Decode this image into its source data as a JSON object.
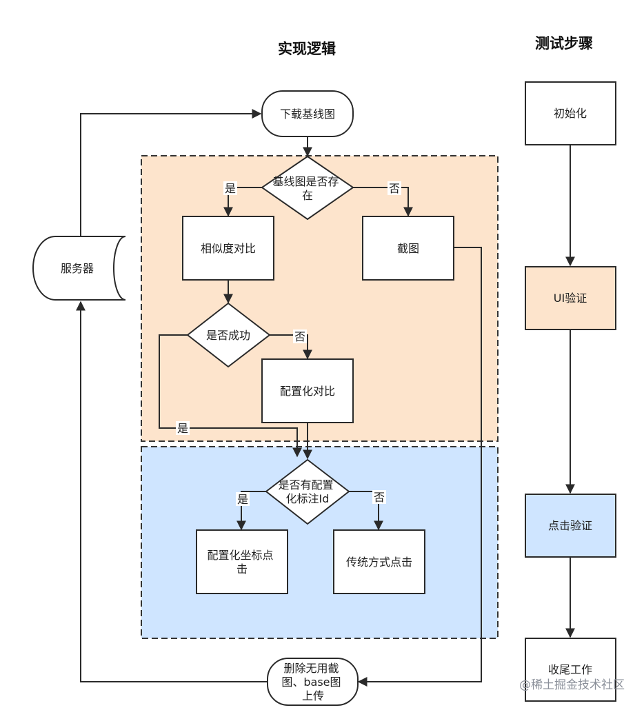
{
  "headers": {
    "logic": "实现逻辑",
    "steps": "测试步骤"
  },
  "colors": {
    "zone_compare": "#fde4cc",
    "zone_click": "#cfe5ff",
    "step_ui": "#fde4cc",
    "step_click": "#cfe5ff"
  },
  "nodes": {
    "download": [
      "下载基线图"
    ],
    "baseline_exists": [
      "基线图是否存",
      "在"
    ],
    "similarity": [
      "相似度对比"
    ],
    "screenshot": [
      "截图"
    ],
    "success": [
      "是否成功"
    ],
    "config_compare": [
      "配置化对比"
    ],
    "has_config_id": [
      "是否有配置",
      "化标注Id"
    ],
    "config_click": [
      "配置化坐标点",
      "击"
    ],
    "traditional_click": [
      "传统方式点击"
    ],
    "server": [
      "服务器"
    ],
    "cleanup": [
      "删除无用截",
      "图、base图",
      "上传"
    ]
  },
  "edge_labels": {
    "exists_yes": "是",
    "exists_no": "否",
    "success_no": "否",
    "success_yes": "是",
    "config_yes": "是",
    "config_no": "否"
  },
  "steps": {
    "init": "初始化",
    "ui_verify": "UI验证",
    "click_verify": "点击验证",
    "finish": "收尾工作"
  },
  "watermark": "@稀土掘金技术社区"
}
